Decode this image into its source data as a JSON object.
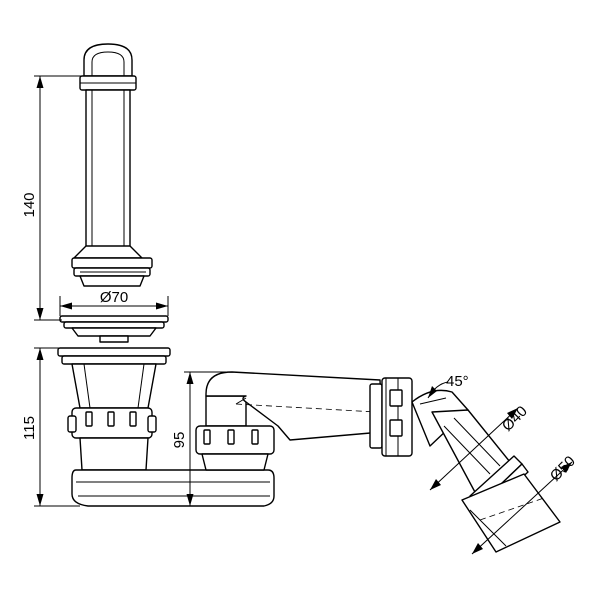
{
  "dimensions": {
    "overflow_height": "140",
    "diameter_70": "Ø70",
    "siphon_height": "115",
    "outlet_height": "95",
    "outlet_angle": "45°",
    "diameter_40": "Ø40",
    "diameter_50": "Ø50"
  },
  "colors": {
    "line": "#000000",
    "background": "#ffffff"
  }
}
